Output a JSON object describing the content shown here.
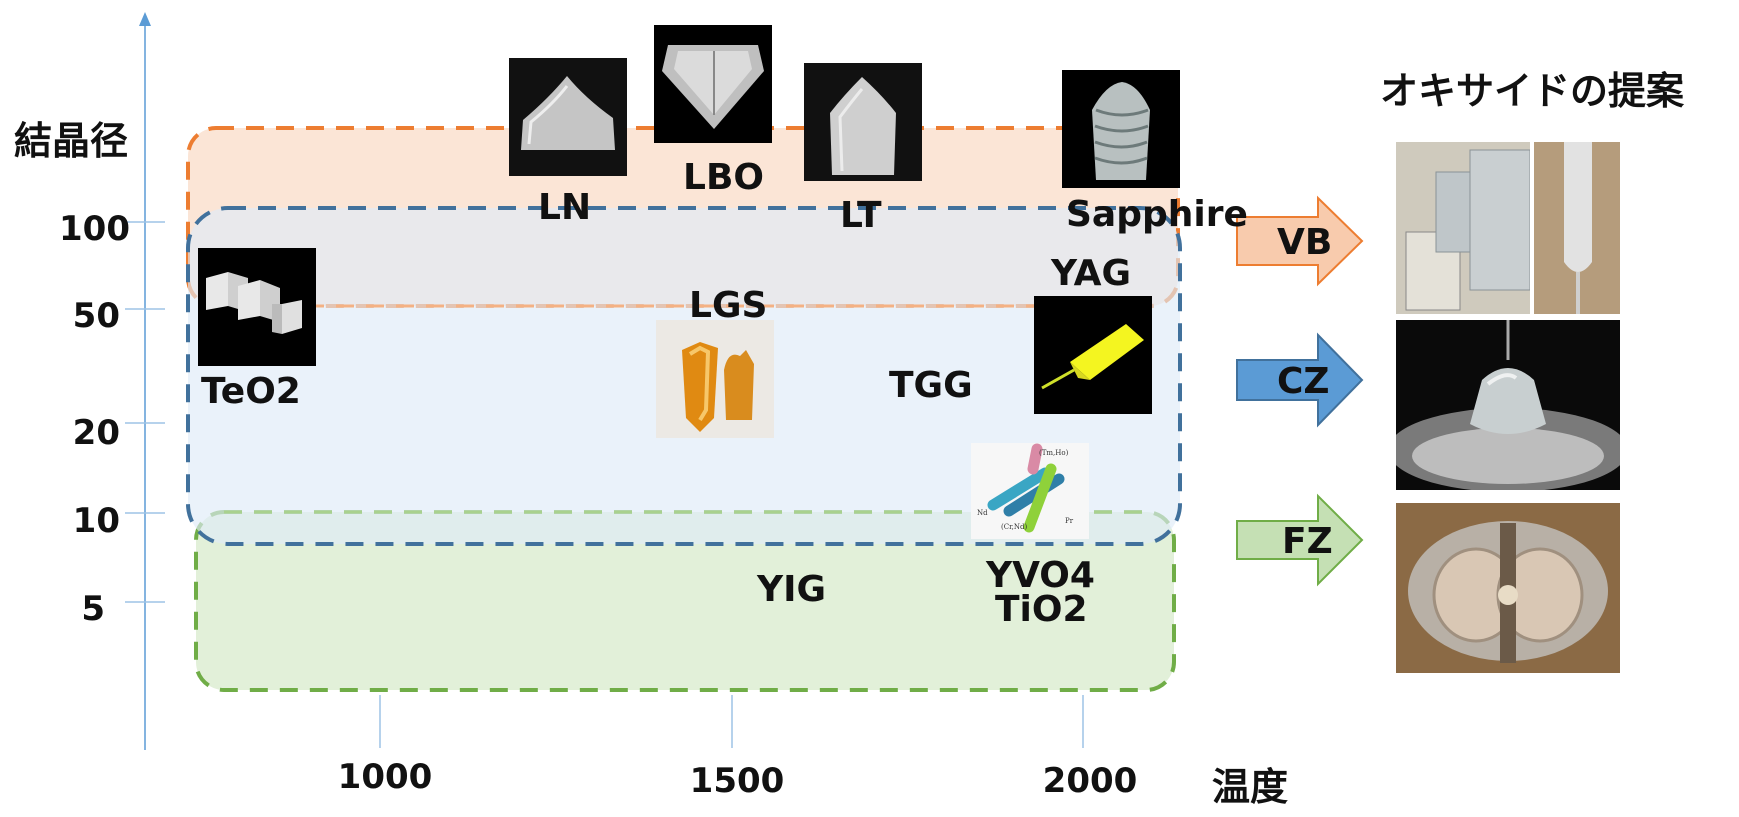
{
  "axes": {
    "y_title": "結晶径",
    "x_title": "温度",
    "y_ticks": [
      "100",
      "50",
      "20",
      "10",
      "5"
    ],
    "x_ticks": [
      "1000",
      "1500",
      "2000"
    ]
  },
  "regions": {
    "vb": {
      "name": "VB",
      "color": "#ED7D31",
      "fill": "#FBE5D6"
    },
    "cz": {
      "name": "CZ",
      "color": "#41719C",
      "fill": "#E9F1FA"
    },
    "fz": {
      "name": "FZ",
      "color": "#70AD47",
      "fill": "#E2F0D9"
    }
  },
  "materials": [
    "LN",
    "LBO",
    "LT",
    "Sapphire",
    "YAG",
    "LGS",
    "TeO2",
    "TGG",
    "YVO4",
    "TiO2",
    "YIG"
  ],
  "proposal": {
    "title": "オキサイドの提案",
    "methods": [
      "VB",
      "CZ",
      "FZ"
    ],
    "arrow_colors": {
      "VB": "#F8CBAD",
      "CZ": "#5B9BD5",
      "FZ": "#C5E0B4"
    },
    "arrow_borders": {
      "VB": "#ED7D31",
      "CZ": "#41719C",
      "FZ": "#70AD47"
    }
  },
  "yvo4_photo_labels": [
    "(Tm,Ho)",
    "Nd",
    "(Cr,Nd)",
    "Pr"
  ]
}
